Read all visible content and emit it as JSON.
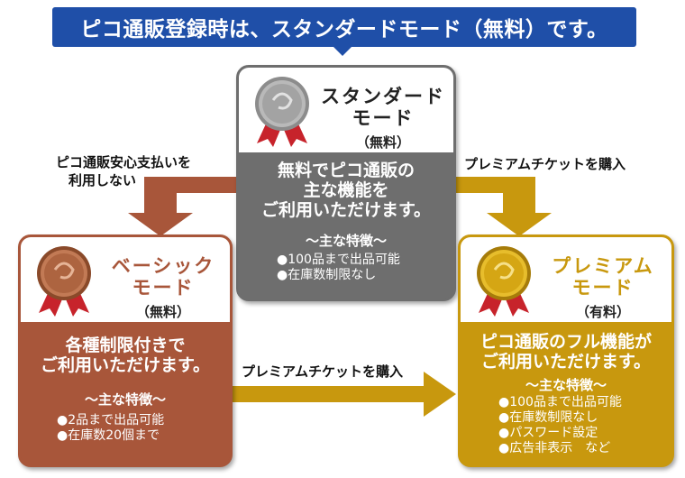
{
  "banner": "ピコ通販登録時は、スタンダードモード（無料）です。",
  "colors": {
    "banner": "#1f4fa8",
    "standard": "#6e6e6e",
    "basic": "#a8563a",
    "premium": "#c8980e",
    "arrow_basic": "#a8563a",
    "arrow_premium": "#c8980e"
  },
  "standard": {
    "title_line1": "スタンダード",
    "title_line2": "モード",
    "price": "（無料）",
    "desc_line1": "無料でピコ通販の",
    "desc_line2": "主な機能を",
    "desc_line3": "ご利用いただけます。",
    "features_heading": "～主な特徴～",
    "features": [
      "●100品まで出品可能",
      "●在庫数制限なし"
    ]
  },
  "basic": {
    "title_line1": "ベーシック",
    "title_line2": "モード",
    "price": "（無料）",
    "desc_line1": "各種制限付きで",
    "desc_line2": "ご利用いただけます。",
    "features_heading": "～主な特徴～",
    "features": [
      "●2品まで出品可能",
      "●在庫数20個まで"
    ]
  },
  "premium": {
    "title_line1": "プレミアム",
    "title_line2": "モード",
    "price": "（有料）",
    "desc_line1": "ピコ通販のフル機能が",
    "desc_line2": "ご利用いただけます。",
    "features_heading": "～主な特徴～",
    "features": [
      "●100品まで出品可能",
      "●在庫数制限なし",
      "●パスワード設定",
      "●広告非表示　など"
    ]
  },
  "arrows": {
    "to_basic_line1": "ピコ通販安心支払いを",
    "to_basic_line2": "利用しない",
    "to_premium_top": "プレミアムチケットを購入",
    "basic_to_premium": "プレミアムチケットを購入"
  },
  "icons": {
    "medal": "medal-icon"
  }
}
